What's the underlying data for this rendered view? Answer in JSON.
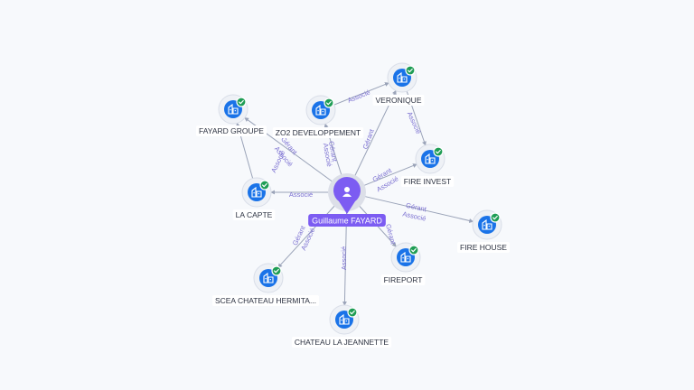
{
  "center": {
    "name": "Guillaume FAYARD",
    "icon": "person-icon",
    "color": "#7c5cf2"
  },
  "colors": {
    "company_node": "#1a73e8",
    "verified_badge": "#1f9d55",
    "edge": "#9aa3b8",
    "edge_label": "#7a6fd1"
  },
  "companies": [
    {
      "id": "fayard-groupe",
      "name": "FAYARD GROUPE",
      "icon": "building-icon",
      "verified": true
    },
    {
      "id": "zo2",
      "name": "ZO2 DEVELOPPEMENT",
      "icon": "building-icon",
      "verified": true
    },
    {
      "id": "veronique",
      "name": "VERONIQUE",
      "icon": "building-icon",
      "verified": true
    },
    {
      "id": "fire-invest",
      "name": "FIRE INVEST",
      "icon": "building-icon",
      "verified": true
    },
    {
      "id": "la-capte",
      "name": "LA CAPTE",
      "icon": "building-icon",
      "verified": true
    },
    {
      "id": "fire-house",
      "name": "FIRE HOUSE",
      "icon": "building-icon",
      "verified": true
    },
    {
      "id": "fireport",
      "name": "FIREPORT",
      "icon": "building-icon",
      "verified": true
    },
    {
      "id": "scea",
      "name": "SCEA CHATEAU HERMITA...",
      "icon": "building-icon",
      "verified": true
    },
    {
      "id": "jeannette",
      "name": "CHATEAU LA JEANNETTE",
      "icon": "building-icon",
      "verified": true
    }
  ],
  "edges": [
    {
      "from": "center",
      "to": "fayard-groupe",
      "labels": [
        "Gérant",
        "Associé"
      ]
    },
    {
      "from": "center",
      "to": "zo2",
      "labels": [
        "Gérant",
        "Associé"
      ]
    },
    {
      "from": "center",
      "to": "veronique",
      "labels": [
        "Gérant"
      ]
    },
    {
      "from": "center",
      "to": "fire-invest",
      "labels": [
        "Gérant",
        "Associé"
      ]
    },
    {
      "from": "center",
      "to": "la-capte",
      "labels": [
        "Associé"
      ]
    },
    {
      "from": "center",
      "to": "fire-house",
      "labels": [
        "Gérant",
        "Associé"
      ]
    },
    {
      "from": "center",
      "to": "fireport",
      "labels": [
        "Gérant"
      ]
    },
    {
      "from": "center",
      "to": "scea",
      "labels": [
        "Gérant",
        "Associé"
      ]
    },
    {
      "from": "center",
      "to": "jeannette",
      "labels": [
        "Associé"
      ]
    },
    {
      "from": "zo2",
      "to": "veronique",
      "labels": [
        "Associé"
      ]
    },
    {
      "from": "veronique",
      "to": "fire-invest",
      "labels": [
        "Associé"
      ]
    },
    {
      "from": "la-capte",
      "to": "fayard-groupe",
      "labels": [
        "Associé"
      ]
    }
  ]
}
